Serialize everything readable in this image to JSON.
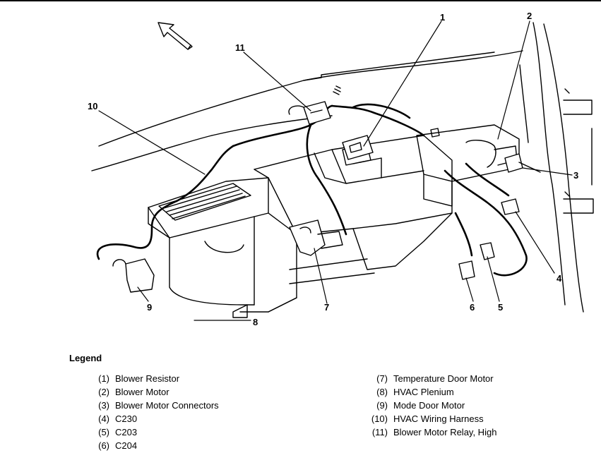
{
  "callouts": {
    "c1": "1",
    "c2": "2",
    "c3": "3",
    "c4": "4",
    "c5": "5",
    "c6": "6",
    "c7": "7",
    "c8": "8",
    "c9": "9",
    "c10": "10",
    "c11": "11"
  },
  "legend": {
    "title": "Legend",
    "left": [
      {
        "num": "(1)",
        "label": "Blower Resistor"
      },
      {
        "num": "(2)",
        "label": "Blower Motor"
      },
      {
        "num": "(3)",
        "label": "Blower Motor Connectors"
      },
      {
        "num": "(4)",
        "label": "C230"
      },
      {
        "num": "(5)",
        "label": "C203"
      },
      {
        "num": "(6)",
        "label": "C204"
      }
    ],
    "right": [
      {
        "num": "(7)",
        "label": "Temperature Door Motor"
      },
      {
        "num": "(8)",
        "label": "HVAC Plenium"
      },
      {
        "num": "(9)",
        "label": "Mode Door Motor"
      },
      {
        "num": "(10)",
        "label": "HVAC Wiring Harness"
      },
      {
        "num": "(11)",
        "label": "Blower Motor Relay, High"
      }
    ]
  }
}
